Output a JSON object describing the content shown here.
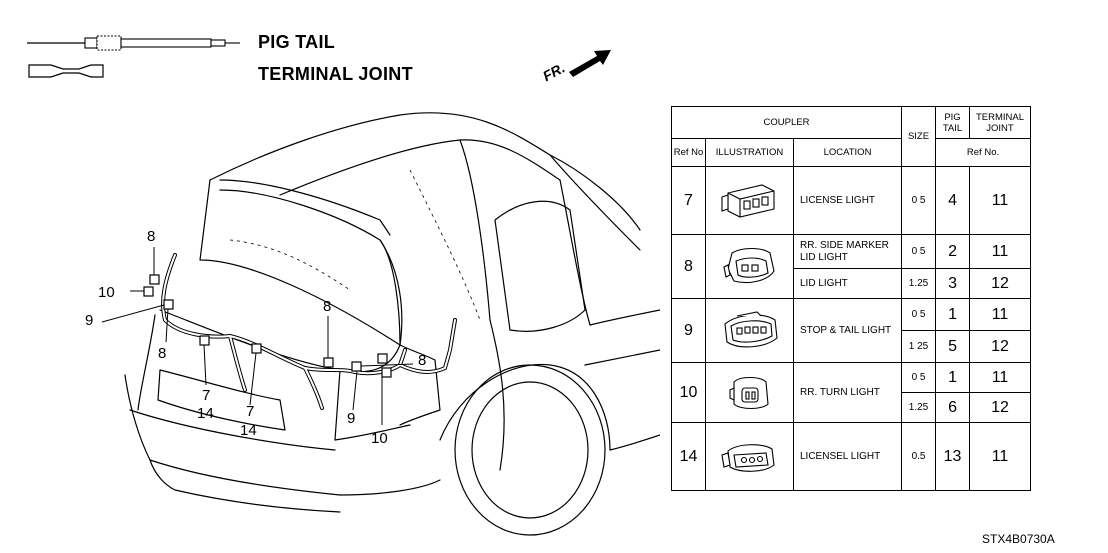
{
  "legend": {
    "pig_tail_label": "PIG TAIL",
    "terminal_joint_label": "TERMINAL JOINT",
    "front_label": "FR."
  },
  "callouts": {
    "left_8": "8",
    "left_10": "10",
    "left_9": "9",
    "left_8_lower": "8",
    "left_7": "7",
    "left_14": "14",
    "mid_7": "7",
    "mid_14": "14",
    "right_8_upper": "8",
    "right_8": "8",
    "right_9": "9",
    "right_10": "10"
  },
  "table": {
    "headers": {
      "coupler": "COUPLER",
      "size": "SIZE",
      "pig_tail": "PIG TAIL",
      "terminal_joint": "TERMINAL JOINT",
      "ref_no": "Ref No",
      "illustration": "ILLUSTRATION",
      "location": "LOCATION",
      "ref_no_right": "Ref No."
    },
    "rows": [
      {
        "ref": "7",
        "icon": "license-light-connector-icon",
        "location": "LICENSE LIGHT",
        "size": "0 5",
        "pig_tail": "4",
        "terminal_joint": "11"
      },
      {
        "ref": "8",
        "icon": "side-marker-connector-icon",
        "location": "RR. SIDE MARKER LID LIGHT",
        "size": "0 5",
        "pig_tail": "2",
        "terminal_joint": "11"
      },
      {
        "ref": "",
        "icon": "",
        "location": "LID LIGHT",
        "size": "1.25",
        "pig_tail": "3",
        "terminal_joint": "12"
      },
      {
        "ref": "9",
        "icon": "stop-tail-connector-icon",
        "location": "STOP & TAIL LIGHT",
        "size": "0 5",
        "pig_tail": "1",
        "terminal_joint": "11"
      },
      {
        "ref": "",
        "icon": "",
        "location": "",
        "size": "1 25",
        "pig_tail": "5",
        "terminal_joint": "12"
      },
      {
        "ref": "10",
        "icon": "turn-light-connector-icon",
        "location": "RR. TURN LIGHT",
        "size": "0 5",
        "pig_tail": "1",
        "terminal_joint": "11"
      },
      {
        "ref": "",
        "icon": "",
        "location": "",
        "size": "1.25",
        "pig_tail": "6",
        "terminal_joint": "12"
      },
      {
        "ref": "14",
        "icon": "licensel-light-connector-icon",
        "location": "LICENSEL LIGHT",
        "size": "0.5",
        "pig_tail": "13",
        "terminal_joint": "11"
      }
    ]
  },
  "part_code": "STX4B0730A"
}
